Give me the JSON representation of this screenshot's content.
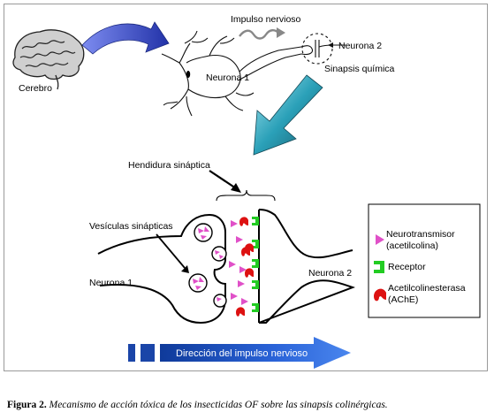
{
  "top": {
    "brain_label": "Cerebro",
    "impulse_label": "Impulso nervioso",
    "neuron1_label": "Neurona 1",
    "neuron2_label": "Neurona 2",
    "synapse_label": "Sinapsis química"
  },
  "detail": {
    "cleft_label": "Hendidura sináptica",
    "vesicles_label": "Vesículas sinápticas",
    "neuron1_label": "Neurona 1",
    "neuron2_label": "Neurona 2",
    "direction_label": "Dirección del impulso nervioso"
  },
  "legend": {
    "neurotransmitter": [
      "Neurotransmisor",
      "(acetilcolina)"
    ],
    "receptor": "Receptor",
    "ache": [
      "Acetilcolinesterasa",
      "(AChE)"
    ]
  },
  "colors": {
    "neurotransmitter": "#e050c8",
    "receptor": "#22cc22",
    "ache": "#dd1111",
    "direction_arrow": "#1f54c8",
    "pointer_arrow_dark": "#1f6f86",
    "brain_arrow": "#2f3fb8"
  },
  "caption": {
    "bold": "Figura 2.",
    "italic": "Mecanismo de acción tóxica de los insecticidas OF sobre las sinapsis colinérgicas."
  }
}
